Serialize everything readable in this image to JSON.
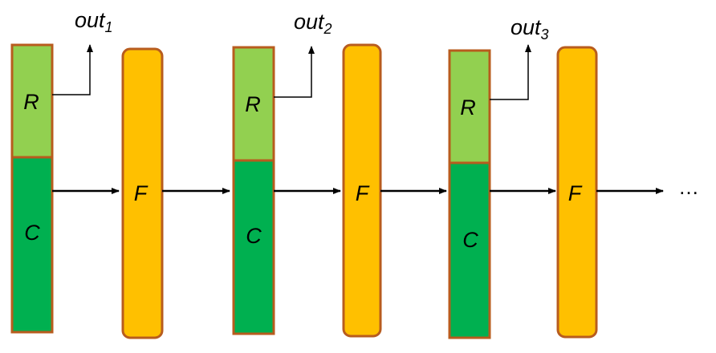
{
  "colors": {
    "r_fill": "#92D050",
    "c_fill": "#00B050",
    "f_fill": "#FFC000",
    "box_stroke": "#B85C1E",
    "line": "#000000"
  },
  "stages": [
    {
      "r_label": "R",
      "c_label": "C",
      "out_base": "out",
      "out_sub": "1",
      "f_label": "F"
    },
    {
      "r_label": "R",
      "c_label": "C",
      "out_base": "out",
      "out_sub": "2",
      "f_label": "F"
    },
    {
      "r_label": "R",
      "c_label": "C",
      "out_base": "out",
      "out_sub": "3",
      "f_label": "F"
    }
  ],
  "continuation": "…"
}
